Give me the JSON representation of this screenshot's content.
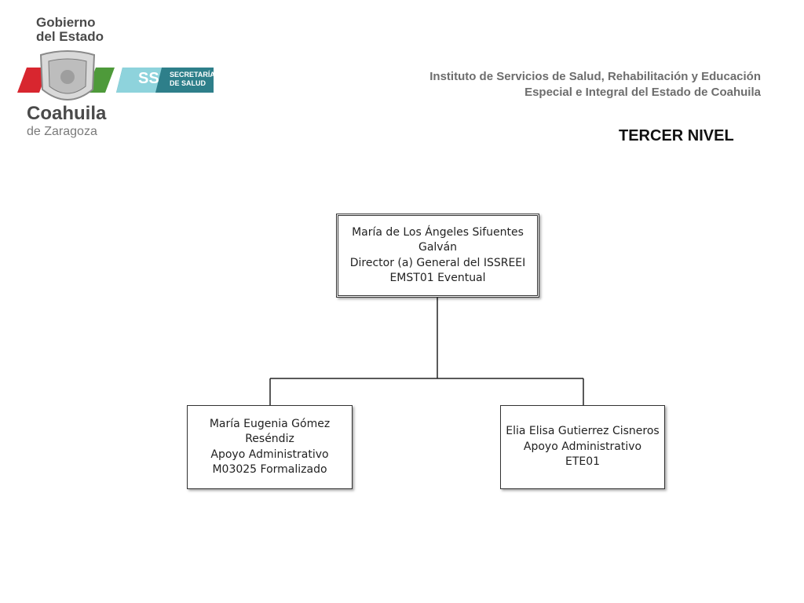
{
  "header": {
    "logo": {
      "gobierno_lines": [
        "Gobierno",
        "del Estado"
      ],
      "state_name": "Coahuila",
      "state_subtitle": "de Zaragoza",
      "ss_badge": "SS",
      "secretaria_lines": [
        "SECRETARÍA",
        "DE SALUD"
      ],
      "colors": {
        "red": "#d8262f",
        "green": "#4e9a3a",
        "teal": "#2e7f8a",
        "light_teal": "#8ed3dc"
      }
    },
    "institute_lines": [
      "Instituto de Servicios de Salud, Rehabilitación y Educación",
      "Especial e Integral del Estado de Coahuila"
    ],
    "level_title": "TERCER NIVEL"
  },
  "org_chart": {
    "root": {
      "lines": [
        "María de Los Ángeles Sifuentes",
        "Galván",
        "Director (a) General del ISSREEI",
        "EMST01 Eventual"
      ]
    },
    "children": [
      {
        "lines": [
          "María Eugenia Gómez",
          "Reséndiz",
          "Apoyo Administrativo",
          "M03025 Formalizado"
        ]
      },
      {
        "lines": [
          "Elia Elisa Gutierrez Cisneros",
          "Apoyo Administrativo",
          "ETE01"
        ]
      }
    ]
  }
}
